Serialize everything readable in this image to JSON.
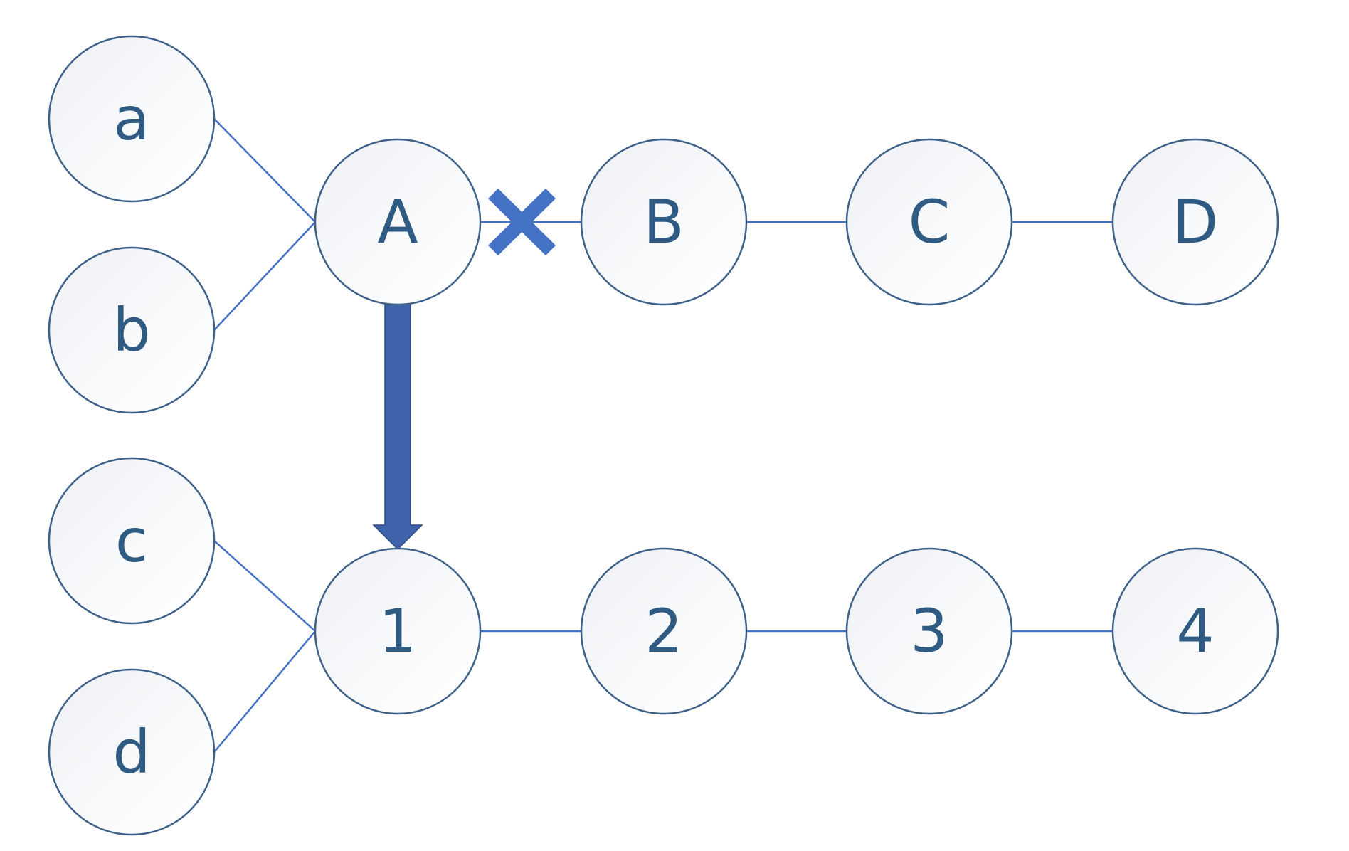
{
  "diagram": {
    "nodes": {
      "a": "a",
      "b": "b",
      "c": "c",
      "d": "d",
      "A": "A",
      "B": "B",
      "C": "C",
      "D": "D",
      "n1": "1",
      "n2": "2",
      "n3": "3",
      "n4": "4"
    },
    "colors": {
      "node_stroke": "#3d6189",
      "node_text": "#2f5b82",
      "edge": "#4472c4",
      "arrow": "#3e63ab",
      "cross": "#4472c4"
    }
  }
}
